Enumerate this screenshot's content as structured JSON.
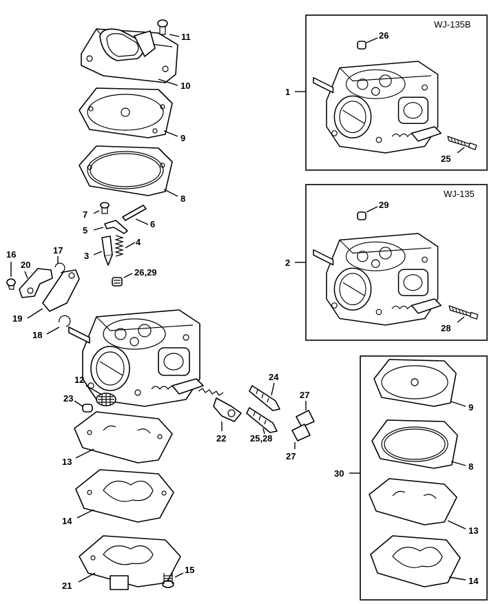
{
  "variants": {
    "top": "WJ-135B",
    "middle": "WJ-135"
  },
  "labels": {
    "p11": "11",
    "p10": "10",
    "p9": "9",
    "p8": "8",
    "p7": "7",
    "p6": "6",
    "p5": "5",
    "p4": "4",
    "p3": "3",
    "p26_29": "26,29",
    "p16": "16",
    "p17": "17",
    "p20": "20",
    "p19": "19",
    "p18": "18",
    "p12": "12",
    "p23": "23",
    "p22": "22",
    "p24": "24",
    "p25_28": "25,28",
    "p27a": "27",
    "p27b": "27",
    "p13": "13",
    "p14": "14",
    "p21": "21",
    "p15": "15",
    "b1": "1",
    "b26": "26",
    "b25": "25",
    "b2": "2",
    "b29": "29",
    "b28": "28",
    "k30": "30",
    "k9": "9",
    "k8": "8",
    "k13": "13",
    "k14": "14"
  }
}
